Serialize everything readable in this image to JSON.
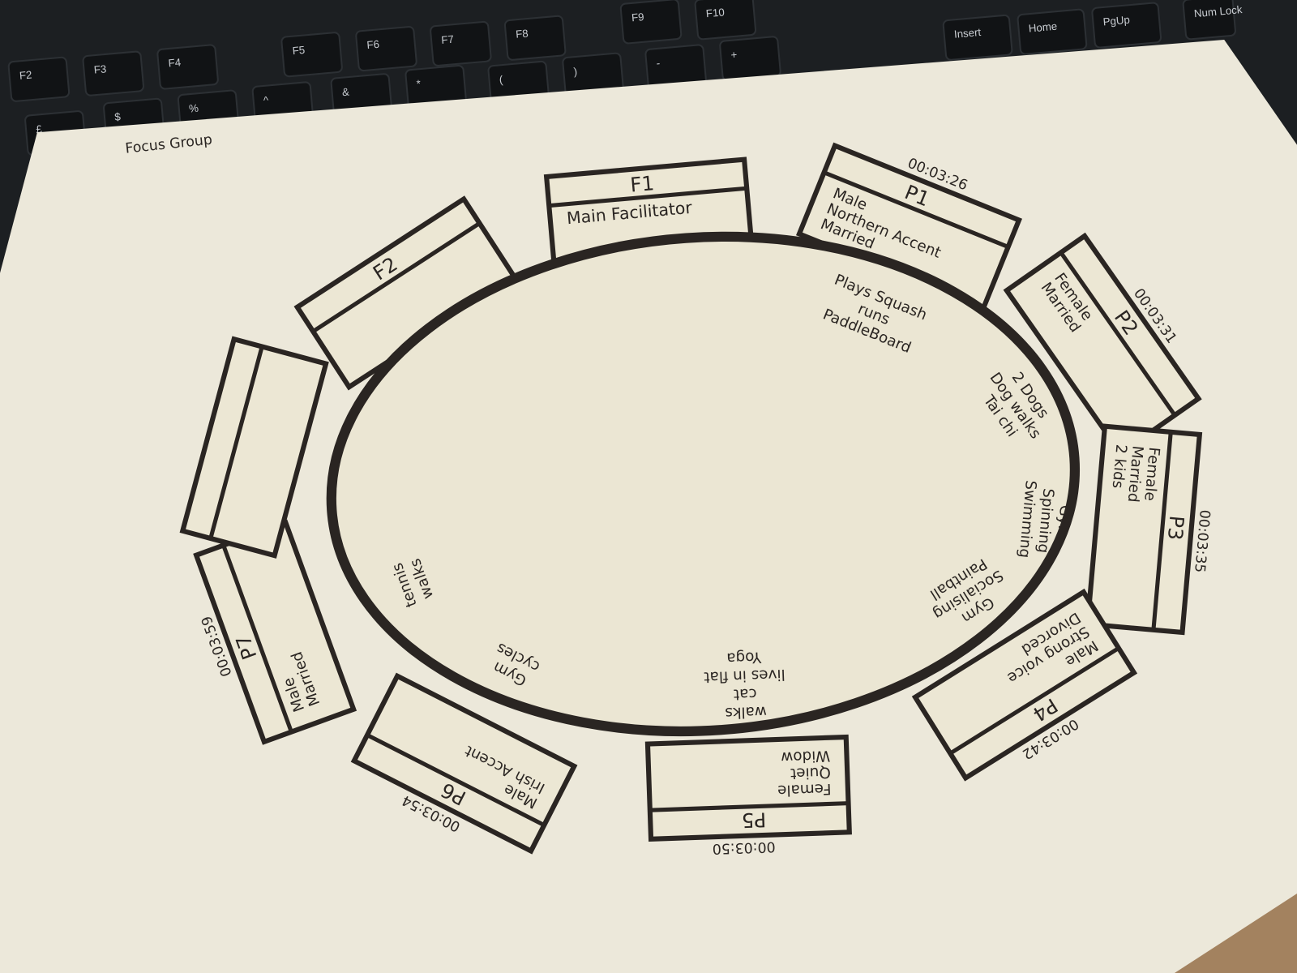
{
  "colors": {
    "paper": "#ece8da",
    "ink": "#2a2522",
    "keyboard": "#1c1f22",
    "table_surface": "#a3825f"
  },
  "keyboard": {
    "keys": [
      "F2",
      "F3",
      "F4",
      "F5",
      "F6",
      "F7",
      "F8",
      "F9",
      "F10",
      "Insert",
      "Home",
      "PgUp",
      "Num Lock",
      "£",
      "$",
      "%",
      "^",
      "&",
      "*",
      "(",
      ")",
      "-",
      "+"
    ]
  },
  "sheet": {
    "title": "Focus Group"
  },
  "seats": [
    {
      "label": "F1",
      "timestamp": "",
      "details": [
        "Main Facilitator"
      ],
      "activities": []
    },
    {
      "label": "P1",
      "timestamp": "00:03:26",
      "details": [
        "Male",
        "Northern Accent",
        "Married"
      ],
      "activities": [
        "Plays Squash",
        "runs",
        "PaddleBoard"
      ]
    },
    {
      "label": "P2",
      "timestamp": "00:03:31",
      "details": [
        "Female",
        "Married"
      ],
      "activities": [
        "2 Dogs",
        "Dog walks",
        "Tai chi"
      ]
    },
    {
      "label": "P3",
      "timestamp": "00:03:35",
      "details": [
        "Female",
        "Married",
        "2 kids"
      ],
      "activities": [
        "Gym",
        "Spinning",
        "Swimming"
      ]
    },
    {
      "label": "P4",
      "timestamp": "00:03:42",
      "details": [
        "Male",
        "Strong voice",
        "Divorced"
      ],
      "activities": [
        "Gym",
        "Socialising",
        "Paintball"
      ]
    },
    {
      "label": "P5",
      "timestamp": "00:03:50",
      "details": [
        "Female",
        "Quiet",
        "Widow"
      ],
      "activities": [
        "walks",
        "cat",
        "lives in flat",
        "Yoga"
      ]
    },
    {
      "label": "P6",
      "timestamp": "00:03:54",
      "details": [
        "Male",
        "Irish Accent"
      ],
      "activities": [
        "Gym",
        "cycles"
      ]
    },
    {
      "label": "P7",
      "timestamp": "00:03:59",
      "details": [
        "Male",
        "Married"
      ],
      "activities": [
        "tennis",
        "walks"
      ]
    },
    {
      "label": "",
      "timestamp": "",
      "details": [],
      "activities": []
    },
    {
      "label": "F2",
      "timestamp": "",
      "details": [],
      "activities": []
    }
  ]
}
